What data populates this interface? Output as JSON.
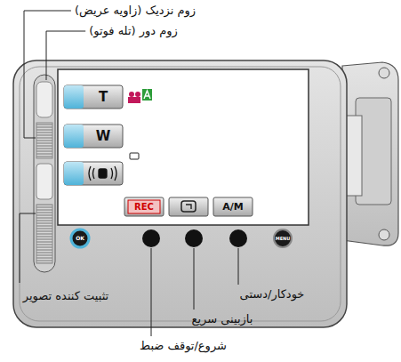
{
  "diagram": {
    "labels": [
      "زوم نزدیک (زاویه عریض)",
      "زوم دور (تله فوتو)",
      "T",
      "W",
      "REC",
      "A/M",
      "OK",
      "MENU",
      "تثبیت کننده تصویر",
      "خودکار/دستی",
      "بازبینی سریع",
      "شروع/توقف ضبط"
    ]
  }
}
